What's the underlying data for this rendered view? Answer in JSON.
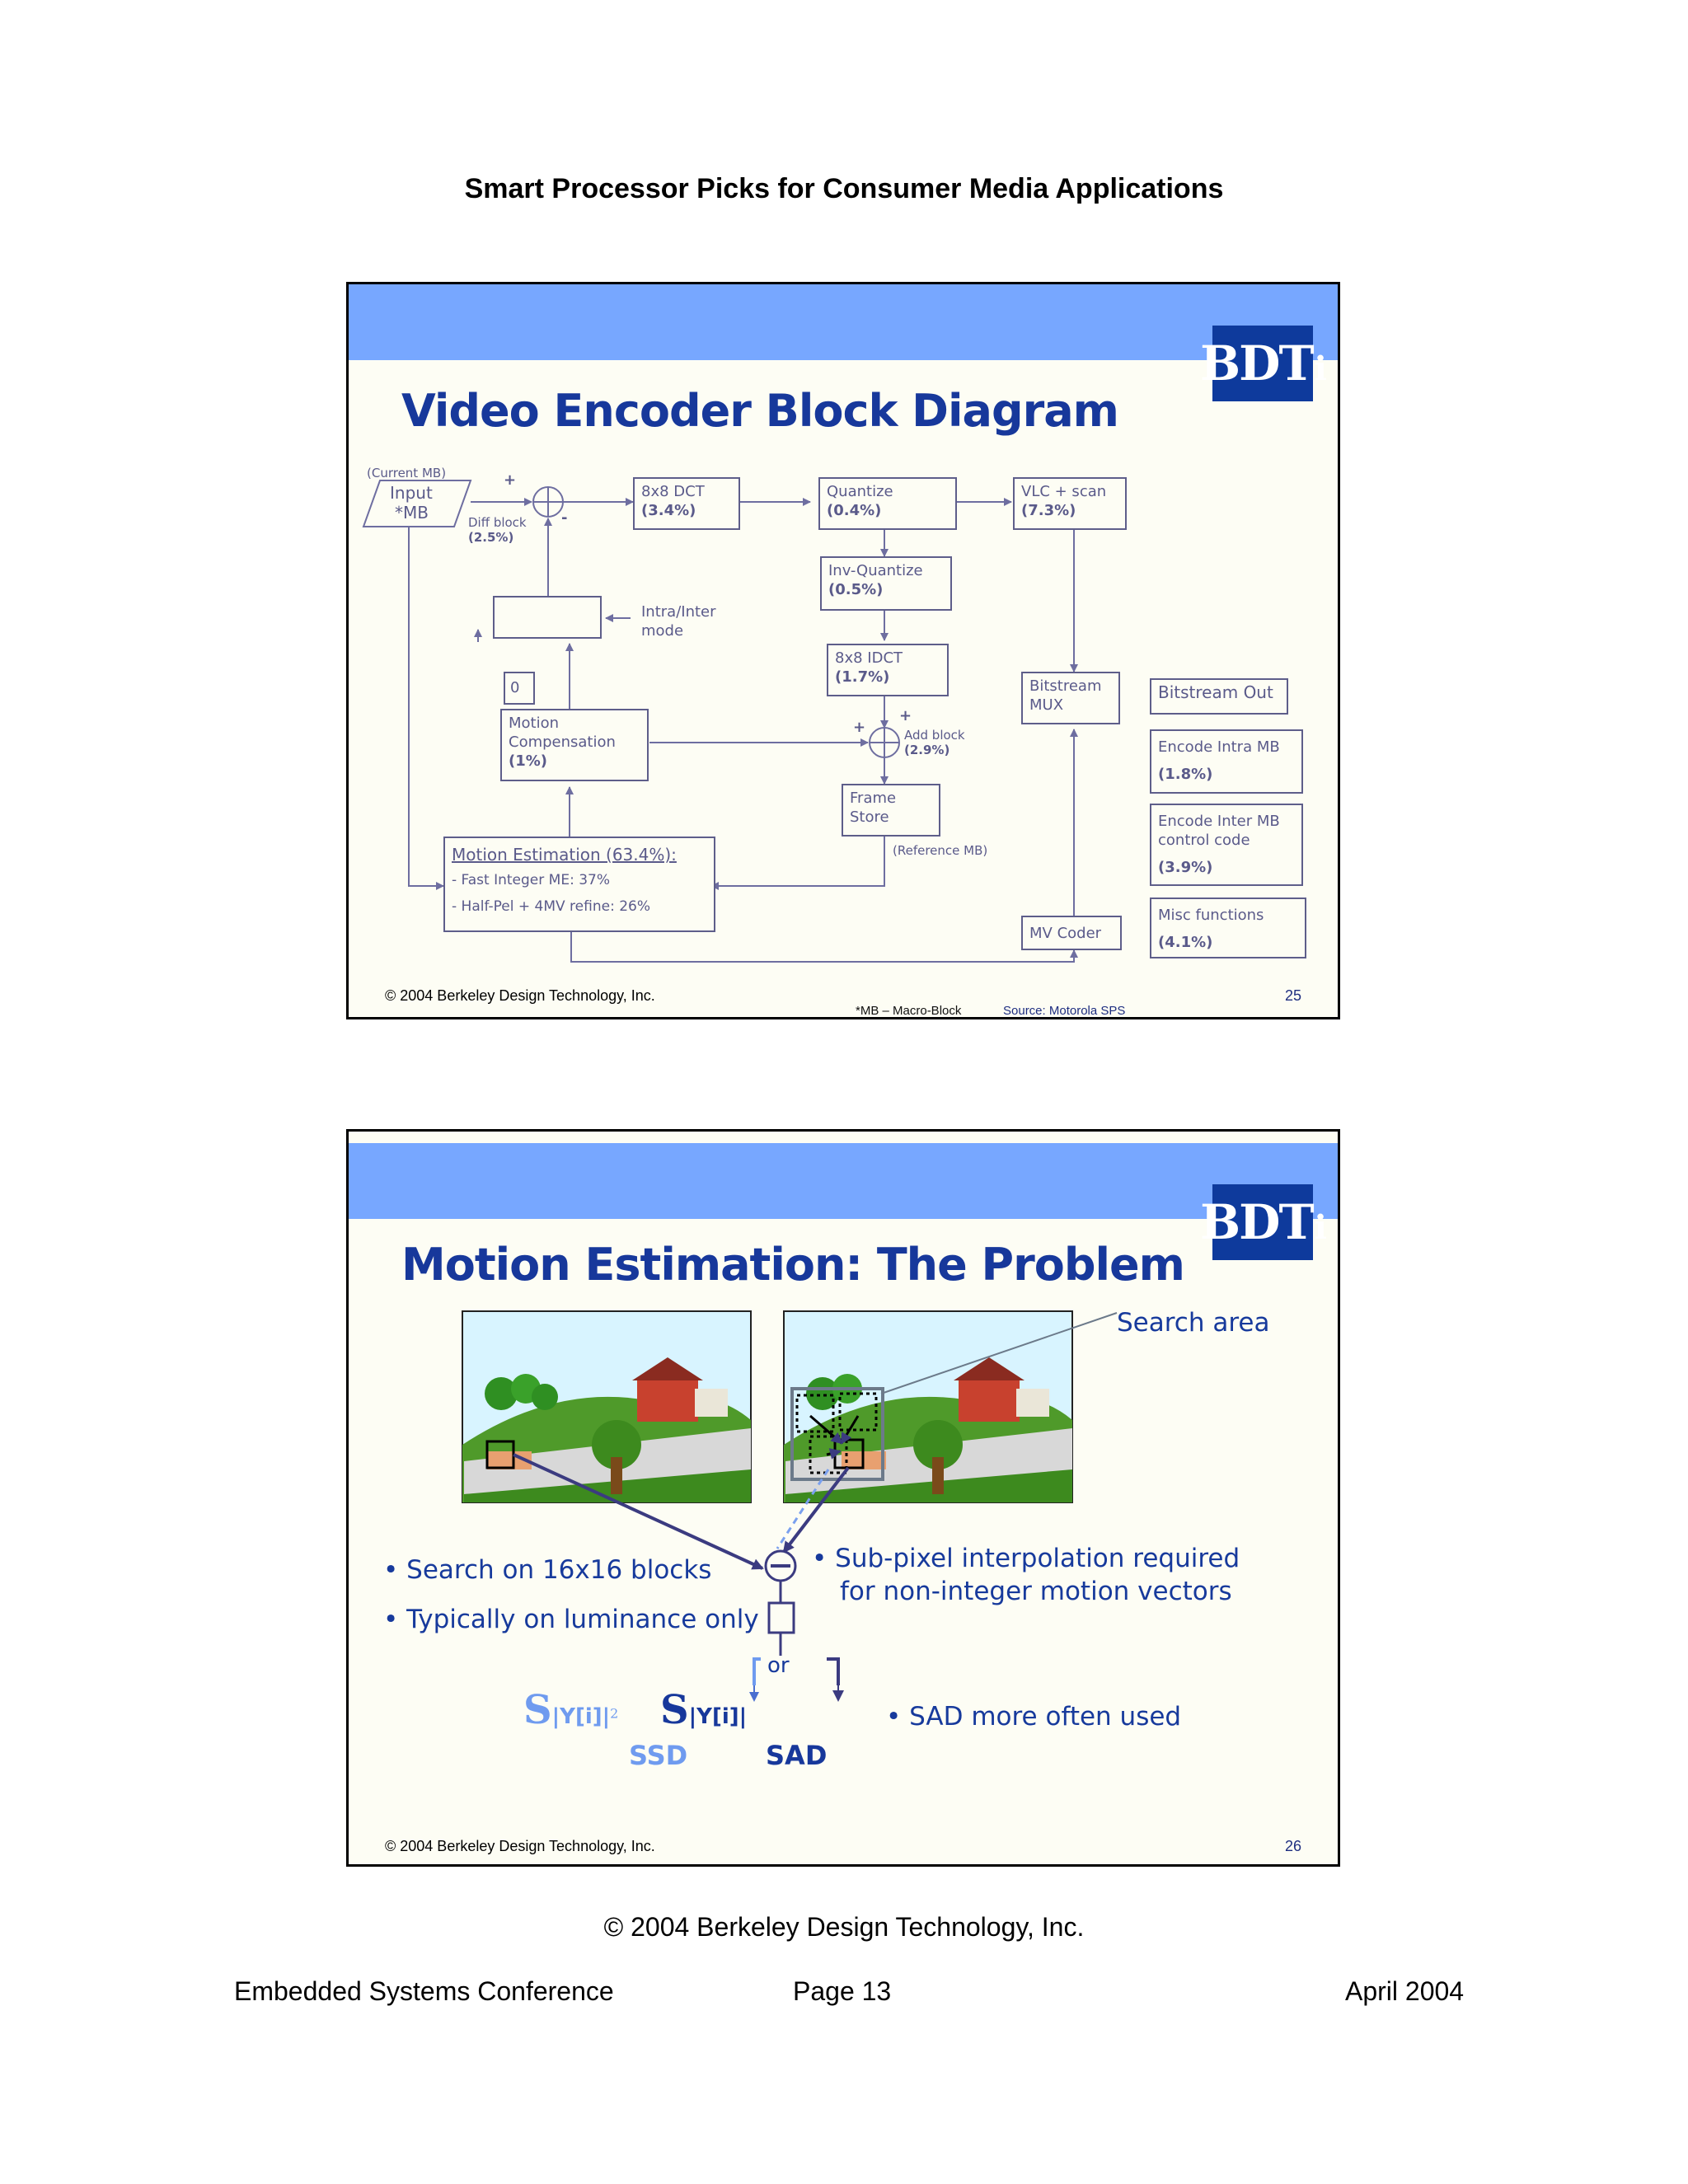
{
  "page": {
    "header": "Smart Processor Picks for Consumer Media Applications",
    "copyright": "©  2004 Berkeley Design Technology, Inc.",
    "footer_left": "Embedded Systems Conference",
    "footer_center": "Page 13",
    "footer_right": "April 2004"
  },
  "slide1": {
    "logo": "BDT",
    "logo_i": "i",
    "title": "Video Encoder Block Diagram",
    "copyright": "© 2004 Berkeley Design Technology, Inc.",
    "number": "25",
    "note_mb": "*MB – Macro-Block",
    "source": "Source: Motorola SPS",
    "current_mb": "(Current MB)",
    "input_l1": "Input",
    "input_l2": "*MB",
    "plus": "+",
    "minus": "-",
    "diff_l1": "Diff block",
    "diff_l2": "(2.5%)",
    "dct_l1": "8x8 DCT",
    "dct_l2": "(3.4%)",
    "quant_l1": "Quantize",
    "quant_l2": "(0.4%)",
    "vlc_l1": "VLC + scan",
    "vlc_l2": "(7.3%)",
    "invq_l1": "Inv-Quantize",
    "invq_l2": "(0.5%)",
    "mode_l1": "Intra/Inter",
    "mode_l2": "mode",
    "zero": "0",
    "idct_l1": "8x8 IDCT",
    "idct_l2": "(1.7%)",
    "mux_l1": "Bitstream",
    "mux_l2": "MUX",
    "bitout": "Bitstream Out",
    "mc_l1": "Motion",
    "mc_l2": "Compensation",
    "mc_l3": "(1%)",
    "add_l1": "Add block",
    "add_l2": "(2.9%)",
    "fs_l1": "Frame",
    "fs_l2": "Store",
    "ref_mb": "(Reference MB)",
    "me_title": "Motion Estimation (63.4%):",
    "me_1": "-    Fast Integer ME: 37%",
    "me_2": "-    Half-Pel + 4MV refine: 26%",
    "mv": "MV Coder",
    "intra_l1": "Encode Intra MB",
    "intra_l2": "(1.8%)",
    "inter_l1": "Encode Inter MB",
    "inter_l2": "control code",
    "inter_l3": "(3.9%)",
    "misc_l1": "Misc functions",
    "misc_l2": "(4.1%)"
  },
  "slide2": {
    "logo": "BDT",
    "logo_i": "i",
    "title": "Motion Estimation: The Problem",
    "copyright": "© 2004 Berkeley Design Technology, Inc.",
    "number": "26",
    "search_area": "Search area",
    "bullet1": "• Search on 16x16 blocks",
    "bullet2": "• Typically on luminance only",
    "bullet3_l1": "•  Sub-pixel interpolation required",
    "bullet3_l2": "for non-integer motion vectors",
    "bullet4": "•  SAD more often used",
    "or": "or",
    "sum_sym": "S",
    "ssd_expr": "|Y[i]|",
    "ssd_exp": "2",
    "sad_expr": "|Y[i]|",
    "ssd": "SSD",
    "sad": "SAD",
    "colors": {
      "ssd": "#6f9bef",
      "sad": "#17389b"
    }
  }
}
